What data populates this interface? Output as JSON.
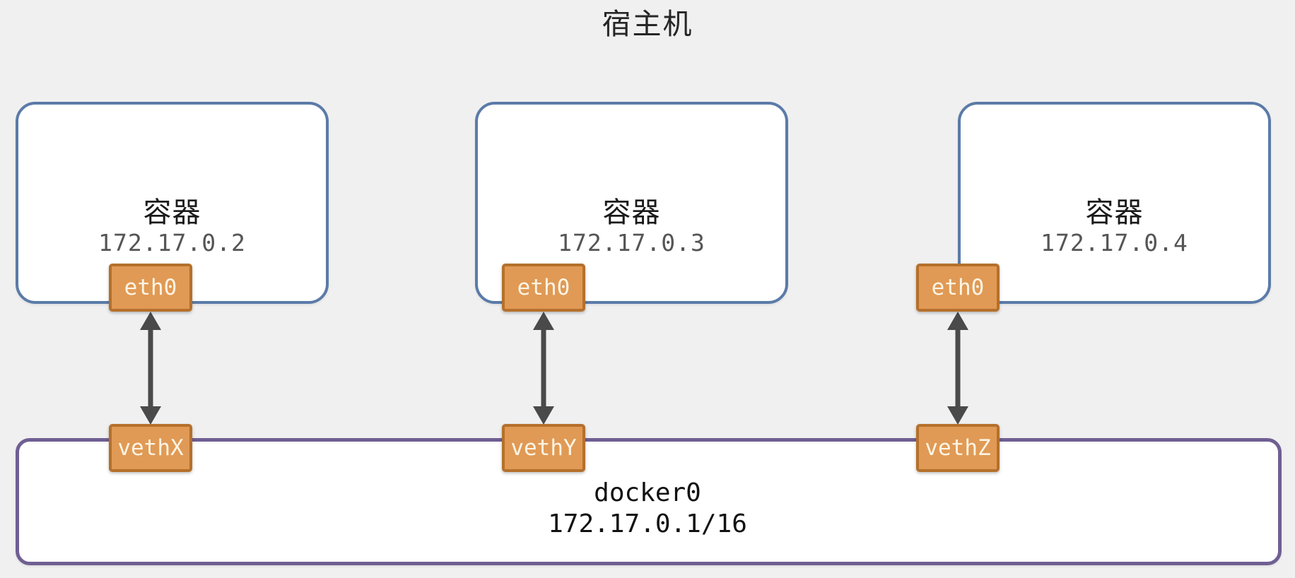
{
  "diagram": {
    "title": "宿主机",
    "background_color": "#f0f0f0",
    "containers": [
      {
        "label": "容器",
        "ip": "172.17.0.2",
        "iface": "eth0",
        "veth": "vethX"
      },
      {
        "label": "容器",
        "ip": "172.17.0.3",
        "iface": "eth0",
        "veth": "vethY"
      },
      {
        "label": "容器",
        "ip": "172.17.0.4",
        "iface": "eth0",
        "veth": "vethZ"
      }
    ],
    "bridge": {
      "name": "docker0",
      "cidr": "172.17.0.1/16",
      "border_color": "#6f5f93"
    },
    "colors": {
      "container_border": "#5b7ba8",
      "interface_fill": "#e09a55",
      "interface_border": "#b5702b",
      "interface_text": "#fdf4e4",
      "arrow": "#4a4a4a"
    }
  }
}
